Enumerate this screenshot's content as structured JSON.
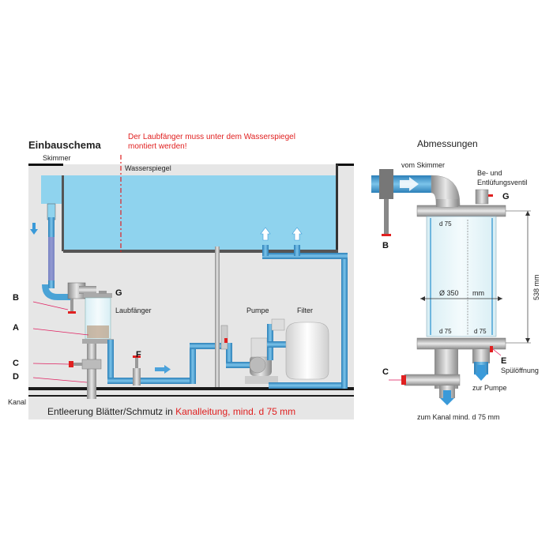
{
  "left": {
    "title": "Einbauschema",
    "warning_line1": "Der Laubfänger muss unter dem Wasserspiegel",
    "warning_line2": "montiert werden!",
    "skimmer": "Skimmer",
    "wasserspiegel": "Wasserspiegel",
    "laubfaenger": "Laubfänger",
    "pumpe": "Pumpe",
    "filter": "Filter",
    "kanal": "Kanal",
    "bottom_text": "Entleerung Blätter/Schmutz in ",
    "bottom_text_red": "Kanalleitung, mind. d 75 mm",
    "letters": {
      "B": "B",
      "A": "A",
      "C": "C",
      "D": "D",
      "F": "F",
      "G": "G"
    }
  },
  "right": {
    "title": "Abmessungen",
    "vom_skimmer": "vom Skimmer",
    "ventil_line1": "Be- und",
    "ventil_line2": "Entlüfungsventil",
    "d75_top": "d 75",
    "diameter": "Ø 350",
    "mm": "mm",
    "height": "538 mm",
    "d75_bottom_left": "d 75",
    "d75_bottom_right": "d 75",
    "spuel": "Spülöffnung",
    "zur_pumpe": "zur Pumpe",
    "zum_kanal": "zum Kanal mind. d 75 mm",
    "letters": {
      "B": "B",
      "C": "C",
      "E": "E",
      "G": "G"
    }
  },
  "colors": {
    "water": "#8fd3ee",
    "pipe": "#4aa3d6",
    "pipe_dark": "#2b7fb8",
    "arrow": "#3a9ad9",
    "warning": "#e02020",
    "panel": "#e6e6e6"
  }
}
